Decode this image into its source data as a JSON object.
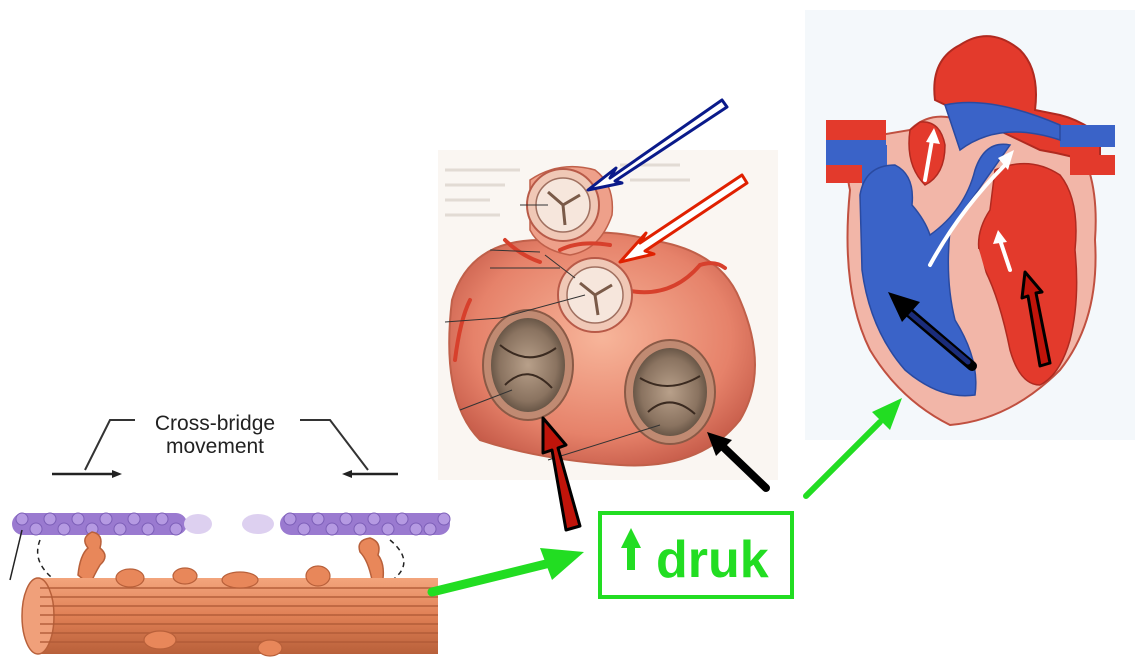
{
  "labels": {
    "cross_bridge_line1": "Cross-bridge",
    "cross_bridge_line2": "movement",
    "druk": "druk"
  },
  "colors": {
    "accent_green": "#22dd22",
    "arrow_blue": "#0a1a8a",
    "arrow_red": "#e02000",
    "arrow_black": "#000000",
    "heart_red": "#e23a2e",
    "heart_blue": "#3a63c8",
    "muscle_orange": "#e8875a",
    "myosin_purple": "#9a7ad0"
  },
  "icons": {
    "up_arrow": "up-arrow-icon"
  }
}
